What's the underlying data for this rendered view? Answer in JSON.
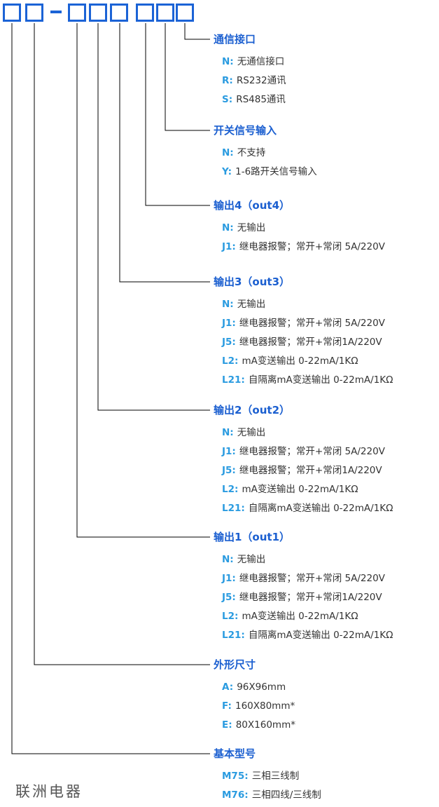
{
  "brand": "联洲电器",
  "code_boxes": [
    {
      "name": "box-1"
    },
    {
      "name": "box-2"
    },
    {
      "name": "box-3"
    },
    {
      "name": "box-4"
    },
    {
      "name": "box-5"
    },
    {
      "name": "box-6"
    },
    {
      "name": "box-7"
    },
    {
      "name": "box-8"
    }
  ],
  "separator": "–",
  "sections": [
    {
      "key": "communication-interface",
      "title": "通信接口",
      "options": [
        {
          "code": "N:",
          "desc": "无通信接口"
        },
        {
          "code": "R:",
          "desc": "RS232通讯"
        },
        {
          "code": "S:",
          "desc": "RS485通讯"
        }
      ]
    },
    {
      "key": "switch-signal-input",
      "title": "开关信号输入",
      "options": [
        {
          "code": "N:",
          "desc": "不支持"
        },
        {
          "code": "Y:",
          "desc": "1-6路开关信号输入"
        }
      ]
    },
    {
      "key": "output-4",
      "title": "输出4（out4）",
      "options": [
        {
          "code": "N:",
          "desc": "无输出"
        },
        {
          "code": "J1:",
          "desc": "继电器报警；常开+常闭 5A/220V"
        }
      ]
    },
    {
      "key": "output-3",
      "title": "输出3（out3）",
      "options": [
        {
          "code": "N:",
          "desc": "无输出"
        },
        {
          "code": "J1:",
          "desc": "继电器报警；常开+常闭 5A/220V"
        },
        {
          "code": "J5:",
          "desc": "继电器报警；常开+常闭1A/220V"
        },
        {
          "code": "L2:",
          "desc": "mA变送输出 0-22mA/1KΩ"
        },
        {
          "code": "L21:",
          "desc": "自隔离mA变送输出 0-22mA/1KΩ"
        }
      ]
    },
    {
      "key": "output-2",
      "title": "输出2（out2）",
      "options": [
        {
          "code": "N:",
          "desc": "无输出"
        },
        {
          "code": "J1:",
          "desc": "继电器报警；常开+常闭 5A/220V"
        },
        {
          "code": "J5:",
          "desc": "继电器报警；常开+常闭1A/220V"
        },
        {
          "code": "L2:",
          "desc": "mA变送输出 0-22mA/1KΩ"
        },
        {
          "code": "L21:",
          "desc": "自隔离mA变送输出 0-22mA/1KΩ"
        }
      ]
    },
    {
      "key": "output-1",
      "title": "输出1（out1）",
      "options": [
        {
          "code": "N:",
          "desc": "无输出"
        },
        {
          "code": "J1:",
          "desc": "继电器报警；常开+常闭 5A/220V"
        },
        {
          "code": "J5:",
          "desc": "继电器报警；常开+常闭1A/220V"
        },
        {
          "code": "L2:",
          "desc": "mA变送输出 0-22mA/1KΩ"
        },
        {
          "code": "L21:",
          "desc": "自隔离mA变送输出 0-22mA/1KΩ"
        }
      ]
    },
    {
      "key": "outline-dimensions",
      "title": "外形尺寸",
      "options": [
        {
          "code": "A:",
          "desc": "96X96mm"
        },
        {
          "code": "F:",
          "desc": "160X80mm*"
        },
        {
          "code": "E:",
          "desc": "80X160mm*"
        }
      ]
    },
    {
      "key": "basic-model",
      "title": "基本型号",
      "options": [
        {
          "code": "M75:",
          "desc": "三相三线制"
        },
        {
          "code": "M76:",
          "desc": "三相四线/三线制"
        }
      ]
    }
  ],
  "colors": {
    "box_border": "#1b63d6",
    "title_blue": "#1b5fd0",
    "code_blue": "#2a9be0",
    "desc_gray": "#333333",
    "line": "#000000"
  }
}
